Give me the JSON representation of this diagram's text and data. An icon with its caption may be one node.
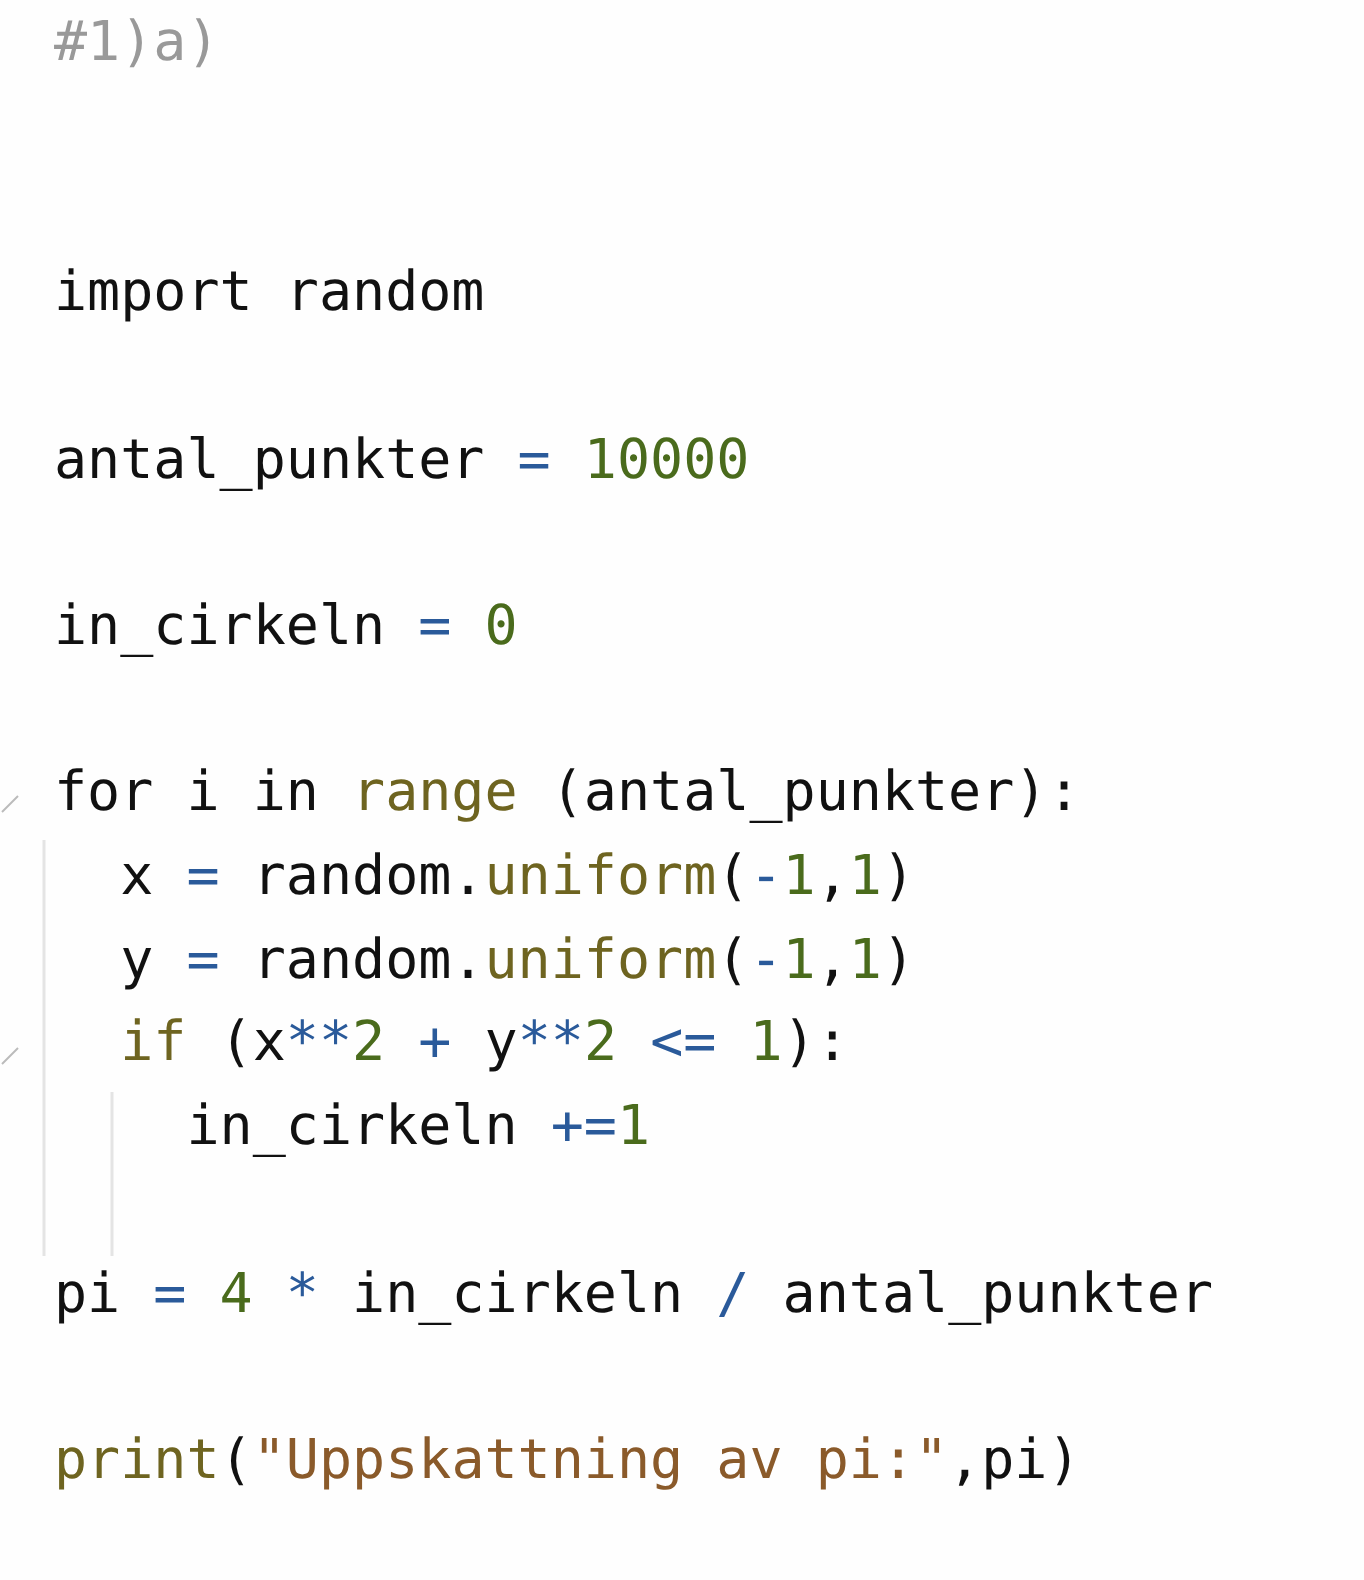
{
  "diagram": {
    "labels": [
      "#1)a)",
      "import random",
      "antal_punkter = 10000",
      "in_cirkeln = 0",
      "for i in range (antal_punkter):",
      "x = random.uniform(-1,1)",
      "y = random.uniform(-1,1)",
      "if (x**2 + y**2 <= 1):",
      "in_cirkeln +=1",
      "pi = 4 * in_cirkeln / antal_punkter",
      "print(\"Uppskattning av pi:\",pi)"
    ]
  }
}
